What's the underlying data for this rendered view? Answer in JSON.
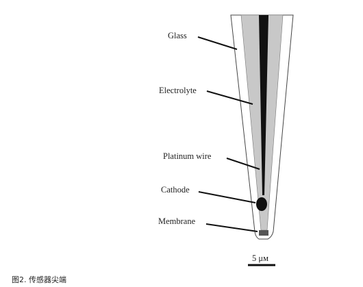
{
  "diagram": {
    "labels": {
      "glass": "Glass",
      "electrolyte": "Electrolyte",
      "platinum_wire": "Platinum wire",
      "cathode": "Cathode",
      "membrane": "Membrane"
    },
    "scale_bar": {
      "label": "5 μм"
    },
    "colors": {
      "glass": "#ffffff",
      "electrolyte": "#c8c8c8",
      "wire": "#111111",
      "outline": "#444444",
      "membrane": "#555555"
    }
  },
  "caption": {
    "text": "图2. 传感器尖端"
  }
}
